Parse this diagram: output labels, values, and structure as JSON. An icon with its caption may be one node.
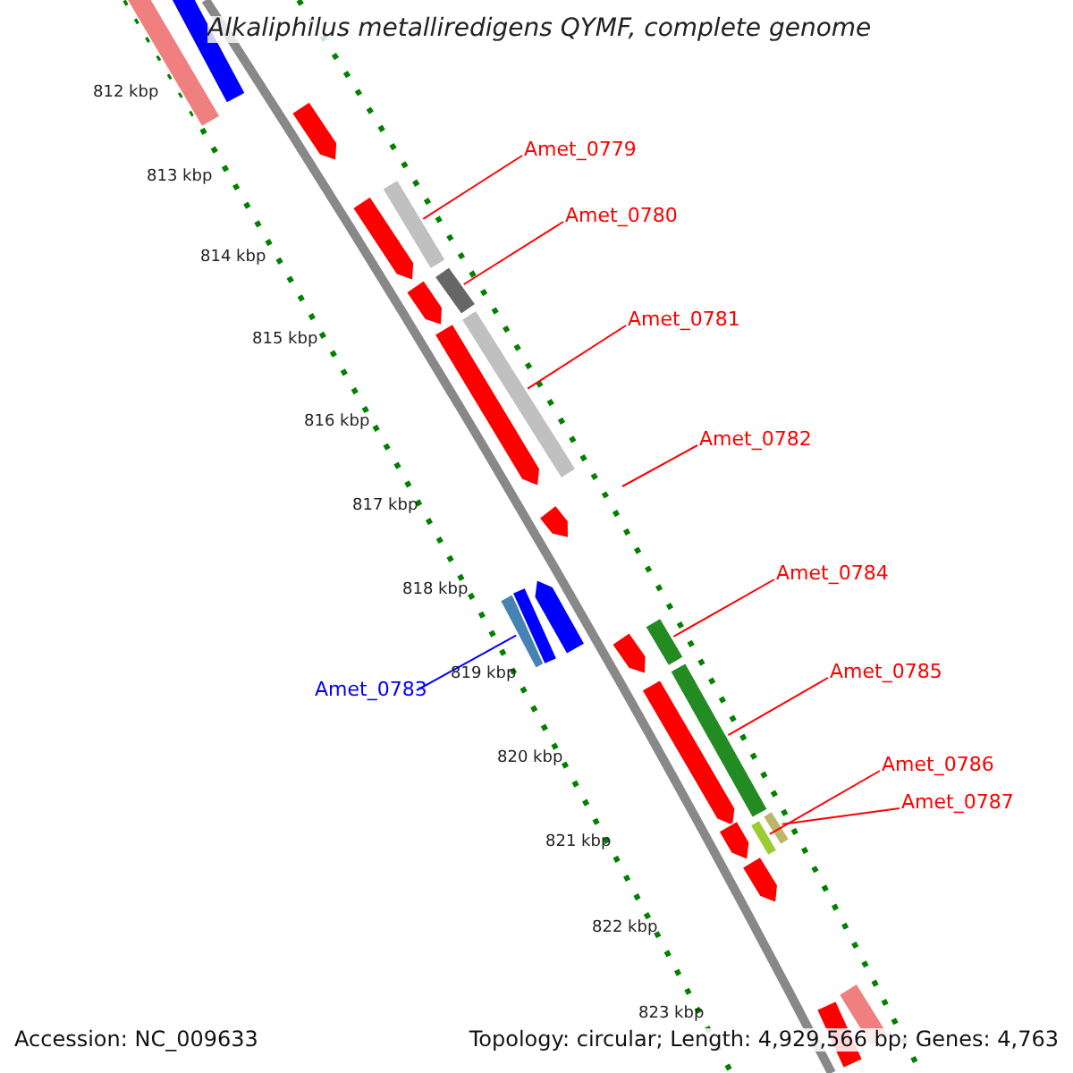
{
  "diagram": {
    "title": "Alkaliphilus metalliredigens QYMF, complete genome",
    "nodes": [
      {
        "text": [
          "Amet_0779"
        ]
      },
      {
        "text": [],
        "shape": "bar"
      },
      {
        "text": [
          "Amet_0780"
        ]
      },
      {
        "text": [],
        "shape": "bar"
      },
      {
        "text": [
          "Amet_0781"
        ]
      },
      {
        "text": [],
        "shape": "bar"
      },
      {
        "text": [
          "Amet_0782"
        ]
      },
      {
        "text": [
          "Amet_0784"
        ]
      },
      {
        "text": [],
        "shape": "bar"
      },
      {
        "text": [
          "Amet_0785"
        ]
      },
      {
        "text": [],
        "shape": "bar"
      },
      {
        "text": [
          "Amet_0783"
        ]
      },
      {
        "text": [],
        "shape": "bar"
      },
      {
        "text": [
          "Amet_0786"
        ]
      },
      {
        "text": [],
        "shape": "bar"
      },
      {
        "text": [
          "Amet_0787"
        ]
      },
      {
        "text": [],
        "shape": "bar"
      },
      {
        "text": [],
        "shape": "bar"
      },
      {
        "text": [],
        "shape": "bar"
      },
      {
        "text": [],
        "shape": "bar"
      },
      {
        "text": [],
        "shape": "bar"
      },
      {
        "text": [],
        "shape": "bar"
      },
      {
        "text": [],
        "shape": "bar"
      },
      {
        "text": [],
        "shape": "bar"
      },
      {
        "text": [],
        "shape": "bar"
      },
      {
        "text": [],
        "shape": "bar"
      },
      {
        "text": [],
        "shape": "bar"
      },
      {
        "text": [],
        "shape": "bar"
      },
      {
        "text": [],
        "shape": "bar"
      },
      {
        "text": [],
        "shape": "bar"
      },
      {
        "text": [],
        "shape": "bar"
      },
      {
        "text": [],
        "shape": "bar"
      }
    ],
    "edges": [
      {
        "from": 0,
        "to": 1,
        "arrow": "none"
      },
      {
        "from": 2,
        "to": 3,
        "arrow": "none"
      },
      {
        "from": 4,
        "to": 5,
        "arrow": "none"
      },
      {
        "from": 6,
        "to": null,
        "arrow": "none"
      },
      {
        "from": 7,
        "to": 8,
        "arrow": "none"
      },
      {
        "from": 9,
        "to": 10,
        "arrow": "none"
      },
      {
        "from": 11,
        "to": 12,
        "arrow": "none",
        "color": "#0000ff"
      },
      {
        "from": 13,
        "to": 14,
        "arrow": "none"
      },
      {
        "from": 15,
        "to": 16,
        "arrow": "none"
      }
    ],
    "labels": [
      "812 kbp",
      "813 kbp",
      "814 kbp",
      "815 kbp",
      "816 kbp",
      "817 kbp",
      "818 kbp",
      "819 kbp",
      "820 kbp",
      "821 kbp",
      "822 kbp",
      "823 kbp",
      "Accession: NC_009633",
      "Topology: circular; Length: 4,929,566 bp; Genes: 4,763"
    ]
  }
}
